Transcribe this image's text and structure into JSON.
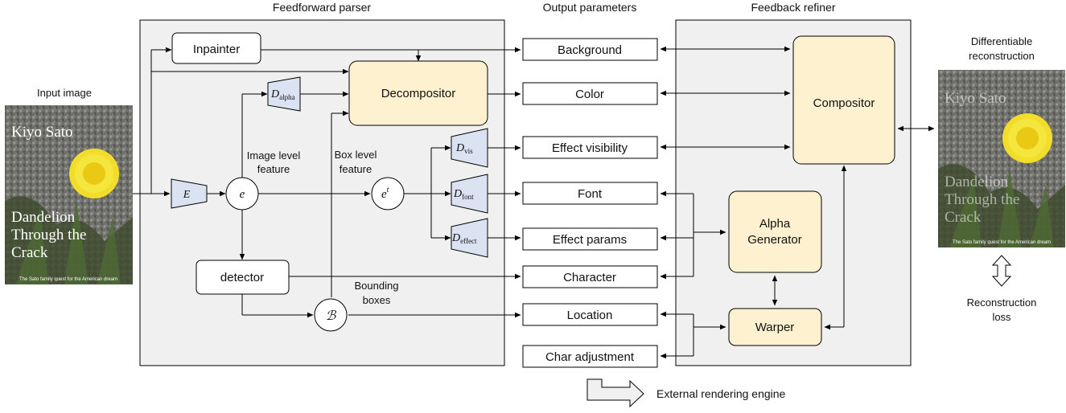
{
  "headers": {
    "feedforward": "Feedforward parser",
    "output": "Output parameters",
    "feedback": "Feedback refiner"
  },
  "input": {
    "label": "Input image",
    "poster": {
      "title": "Kiyo Sato",
      "line1": "Dandelion",
      "line2": "Through the",
      "line3": "Crack",
      "tagline": "The Sato family quest for the American dream"
    }
  },
  "reconstruction": {
    "label_line1": "Differentiable",
    "label_line2": "reconstruction",
    "loss_line1": "Reconstruction",
    "loss_line2": "loss"
  },
  "parser": {
    "inpainter": "Inpainter",
    "decompositor": "Decompositor",
    "detector": "detector",
    "encoder": "E",
    "feature_e": "e",
    "feature_et": "e",
    "feature_et_sup": "t",
    "bbox_symbol": "ℬ",
    "image_level_1": "Image level",
    "image_level_2": "feature",
    "box_level_1": "Box level",
    "box_level_2": "feature",
    "bounding_1": "Bounding",
    "bounding_2": "boxes",
    "d_alpha": {
      "main": "D",
      "sub": "alpha"
    },
    "d_vis": {
      "main": "D",
      "sub": "vis"
    },
    "d_font": {
      "main": "D",
      "sub": "font"
    },
    "d_effect": {
      "main": "D",
      "sub": "effect"
    }
  },
  "outputs": [
    "Background",
    "Color",
    "Effect visibility",
    "Font",
    "Effect params",
    "Character",
    "Location",
    "Char adjustment"
  ],
  "refiner": {
    "compositor": "Compositor",
    "alpha_1": "Alpha",
    "alpha_2": "Generator",
    "warper": "Warper"
  },
  "external": "External rendering engine",
  "colors": {
    "panel_fill": "#f0f0f0",
    "block_fill": "#fdf1cf",
    "decoder_fill": "#dbe3f3",
    "line": "#000000"
  }
}
